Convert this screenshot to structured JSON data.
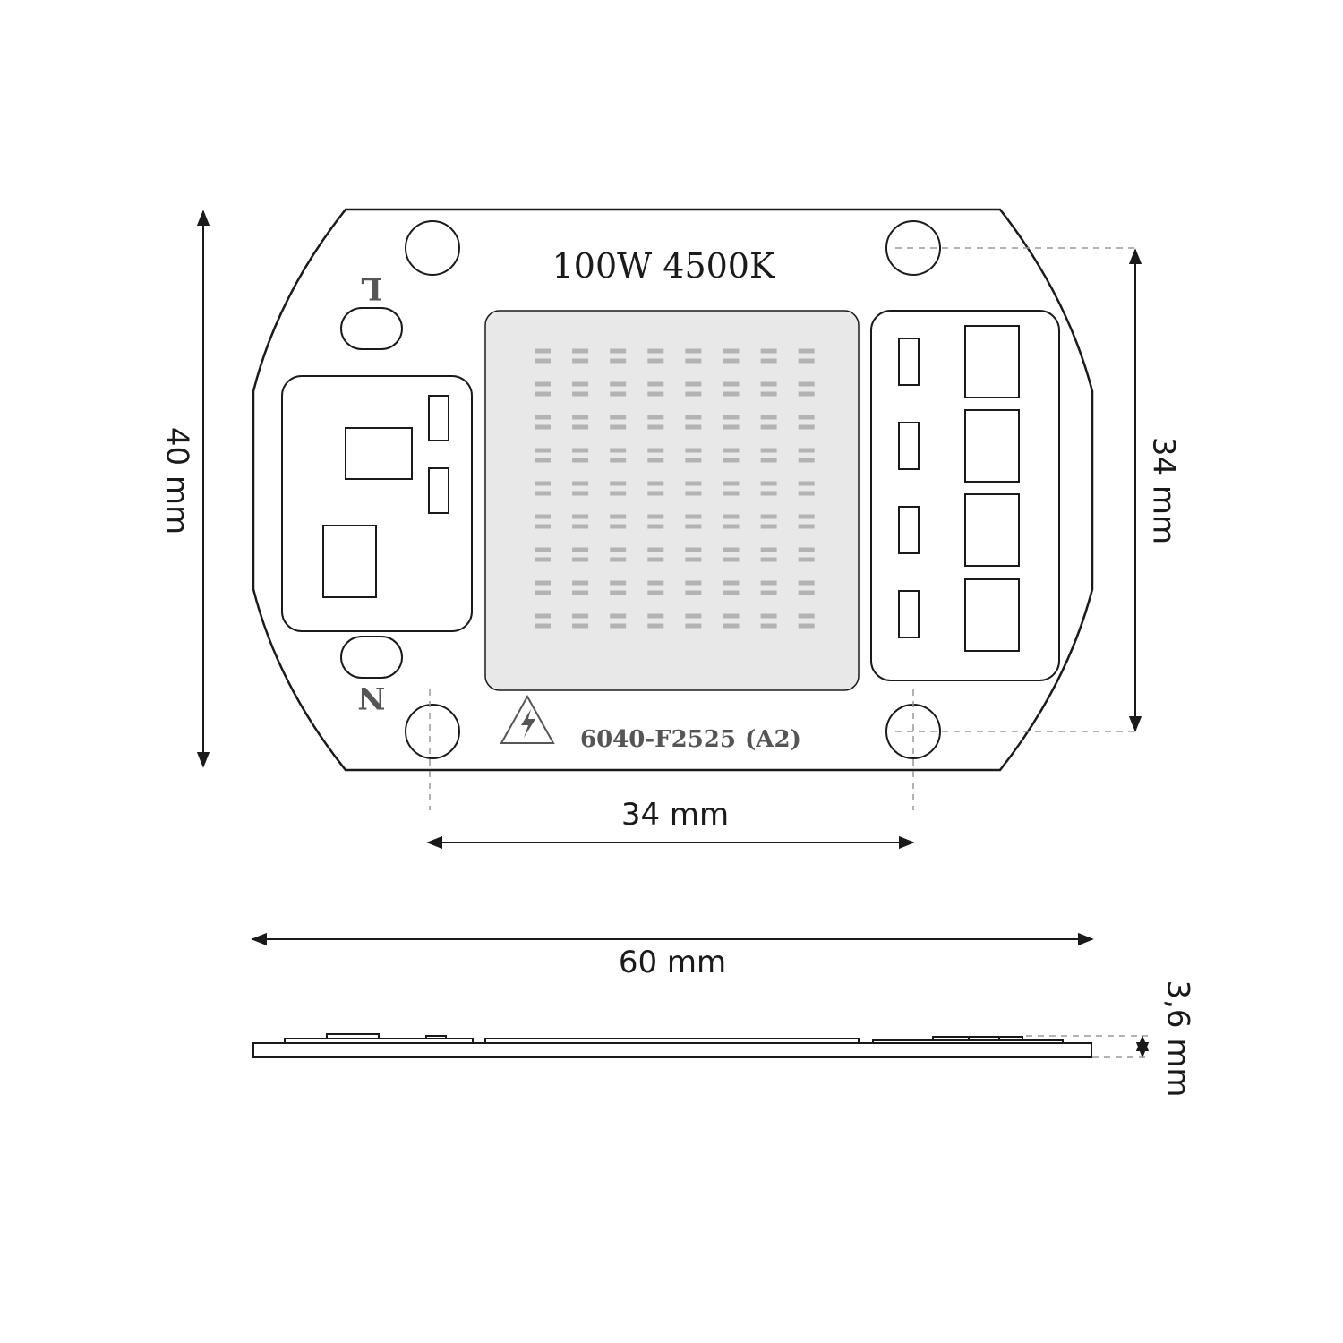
{
  "board_label": "100W 4500K",
  "terminal_l": "L",
  "terminal_n": "N",
  "part_code": "6040-F2525",
  "revision": "(A2)",
  "dimensions": {
    "height": "40 mm",
    "hole_spacing_vertical": "34 mm",
    "hole_spacing_horizontal": "34 mm",
    "width": "60 mm",
    "thickness": "3,6 mm"
  },
  "led_grid": {
    "columns": 8,
    "rows": 9
  },
  "colors": {
    "outline": "#1a1a1a",
    "led_panel": "#e8e8e8",
    "led_chip": "#b3b3b3",
    "dashed_guide": "#999999",
    "marking_text": "#555555"
  }
}
